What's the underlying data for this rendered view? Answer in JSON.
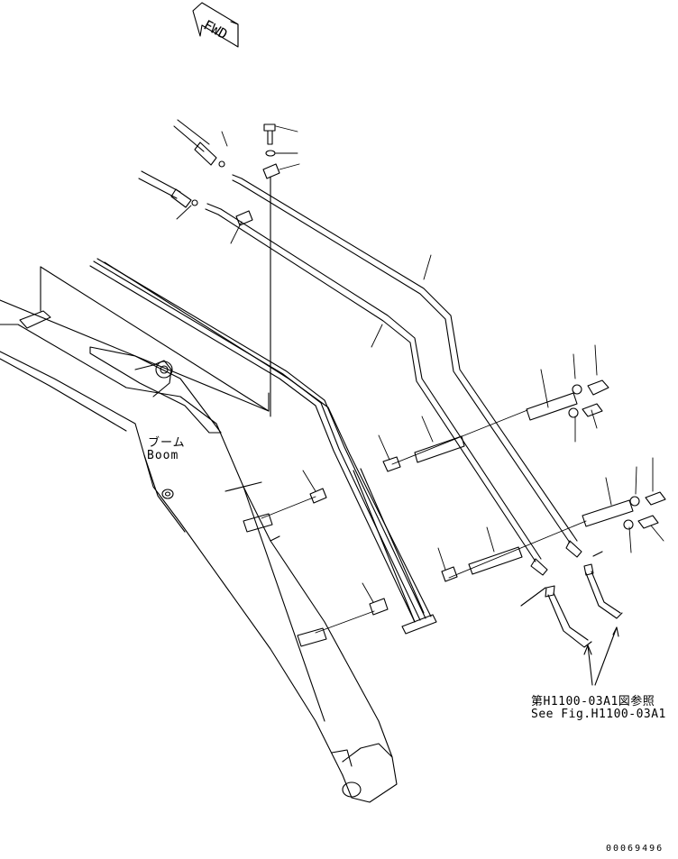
{
  "fwd_indicator": {
    "text": "FWD"
  },
  "boom_label": {
    "japanese": "ブーム",
    "english": "Boom"
  },
  "reference_note": {
    "japanese": "第H1100-03A1図参照",
    "english": "See Fig.H1100-03A1"
  },
  "drawing_number": "00069496",
  "colors": {
    "line": "#000000",
    "background": "#ffffff"
  }
}
